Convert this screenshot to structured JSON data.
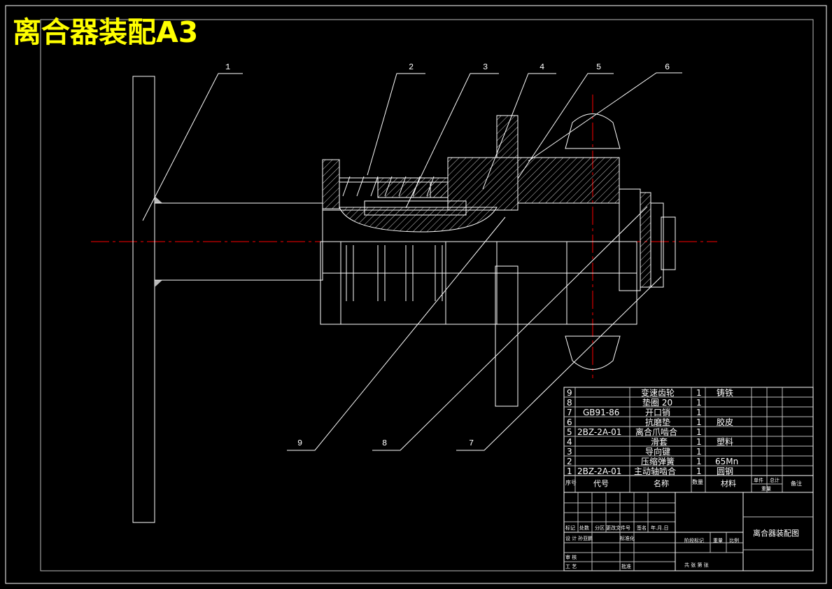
{
  "drawing": {
    "title": "离合器装配A3",
    "colors": {
      "background": "#000000",
      "title": "#ffff00",
      "lines": "#ffffff",
      "centerline": "#ff0000"
    }
  },
  "callouts": [
    "1",
    "2",
    "3",
    "4",
    "5",
    "6",
    "9",
    "8",
    "7"
  ],
  "bom": {
    "rows": [
      {
        "no": "9",
        "code": "",
        "name": "变速齿轮",
        "qty": "1",
        "material": "铸铁"
      },
      {
        "no": "8",
        "code": "",
        "name": "垫圈 20",
        "qty": "1",
        "material": ""
      },
      {
        "no": "7",
        "code": "GB91-86",
        "name": "开口销",
        "qty": "1",
        "material": ""
      },
      {
        "no": "6",
        "code": "",
        "name": "抗磨垫",
        "qty": "1",
        "material": "胶皮"
      },
      {
        "no": "5",
        "code": "2BZ-2A-01",
        "name": "离合爪啮合",
        "qty": "1",
        "material": ""
      },
      {
        "no": "4",
        "code": "",
        "name": "滑套",
        "qty": "1",
        "material": "塑料"
      },
      {
        "no": "3",
        "code": "",
        "name": "导向键",
        "qty": "1",
        "material": ""
      },
      {
        "no": "2",
        "code": "",
        "name": "压缩弹簧",
        "qty": "1",
        "material": "65Mn"
      },
      {
        "no": "1",
        "code": "2BZ-2A-01",
        "name": "主动轴啮合",
        "qty": "1",
        "material": "圆钢"
      }
    ],
    "header": {
      "no": "序号",
      "code": "代号",
      "name": "名称",
      "qty": "数量",
      "material": "材料",
      "unit": "单件",
      "total": "总计",
      "weight": "重量",
      "remark": "备注"
    }
  },
  "titleblock": {
    "labels": {
      "mark": "标记",
      "count": "处数",
      "zone": "分区",
      "change_doc": "更改文件号",
      "sign": "签名",
      "date": "年.月.日",
      "design": "设 计",
      "standard": "标准化",
      "review": "审 核",
      "process": "工 艺",
      "approve": "批准",
      "stage_mark": "阶段标记",
      "weight": "重量",
      "scale": "比例",
      "sheets": "共 张 第 张"
    },
    "designer": "孙亚鹏",
    "drawing_name": "离合器装配图"
  }
}
